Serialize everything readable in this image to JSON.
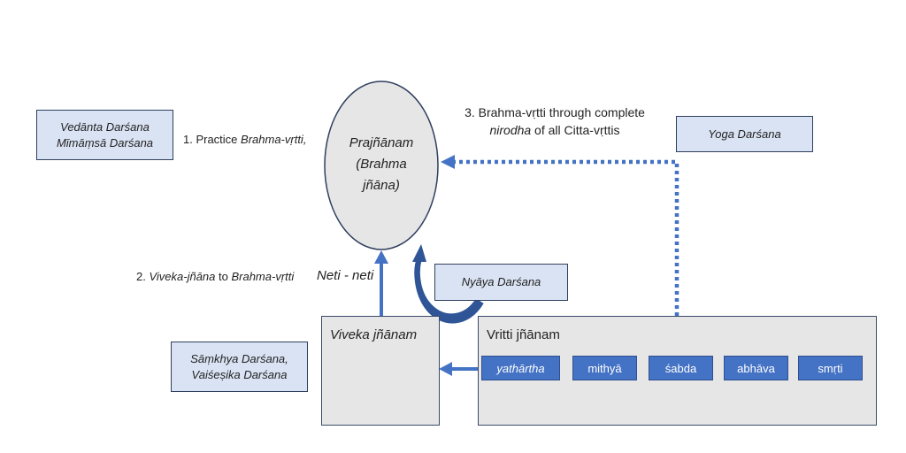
{
  "diagram": {
    "center_node": {
      "line1": "Prajñānam",
      "line2": "(Brahma",
      "line3": "jñāna)"
    },
    "schools": {
      "vedanta_mimamsa": [
        "Vedānta Darśana",
        "Mīmāṃsā Darśana"
      ],
      "yoga": "Yoga Darśana",
      "nyaya": "Nyāya Darśana",
      "samkhya_vaiseshika": [
        "Sāṃkhya Darśana,",
        "Vaiśeṣika Darśana"
      ]
    },
    "paths": {
      "path1": {
        "prefix": "1. Practice ",
        "italic": "Brahma-vṛtti,",
        "suffix": ""
      },
      "path2": {
        "prefix": "2. ",
        "italic1": "Viveka-jñāna",
        "middle": " to ",
        "italic2": "Brahma-vṛtti"
      },
      "path3": {
        "line1": "3. Brahma-vṛtti through complete",
        "italic": "nirodha",
        "line2_rest": " of all Citta-vṛttis"
      },
      "neti": "Neti - neti"
    },
    "viveka_box": {
      "title": "Viveka jñānam"
    },
    "vritti_box": {
      "title": "Vritti jñānam",
      "items": [
        "yathārtha",
        "mithyā",
        "śabda",
        "abhāva",
        "smṛti"
      ]
    },
    "colors": {
      "accent": "#4472c4",
      "dark_arrow": "#2f5597",
      "school_fill": "#dae3f3",
      "gray_fill": "#e7e6e6",
      "border": "#2f3f5f"
    }
  }
}
